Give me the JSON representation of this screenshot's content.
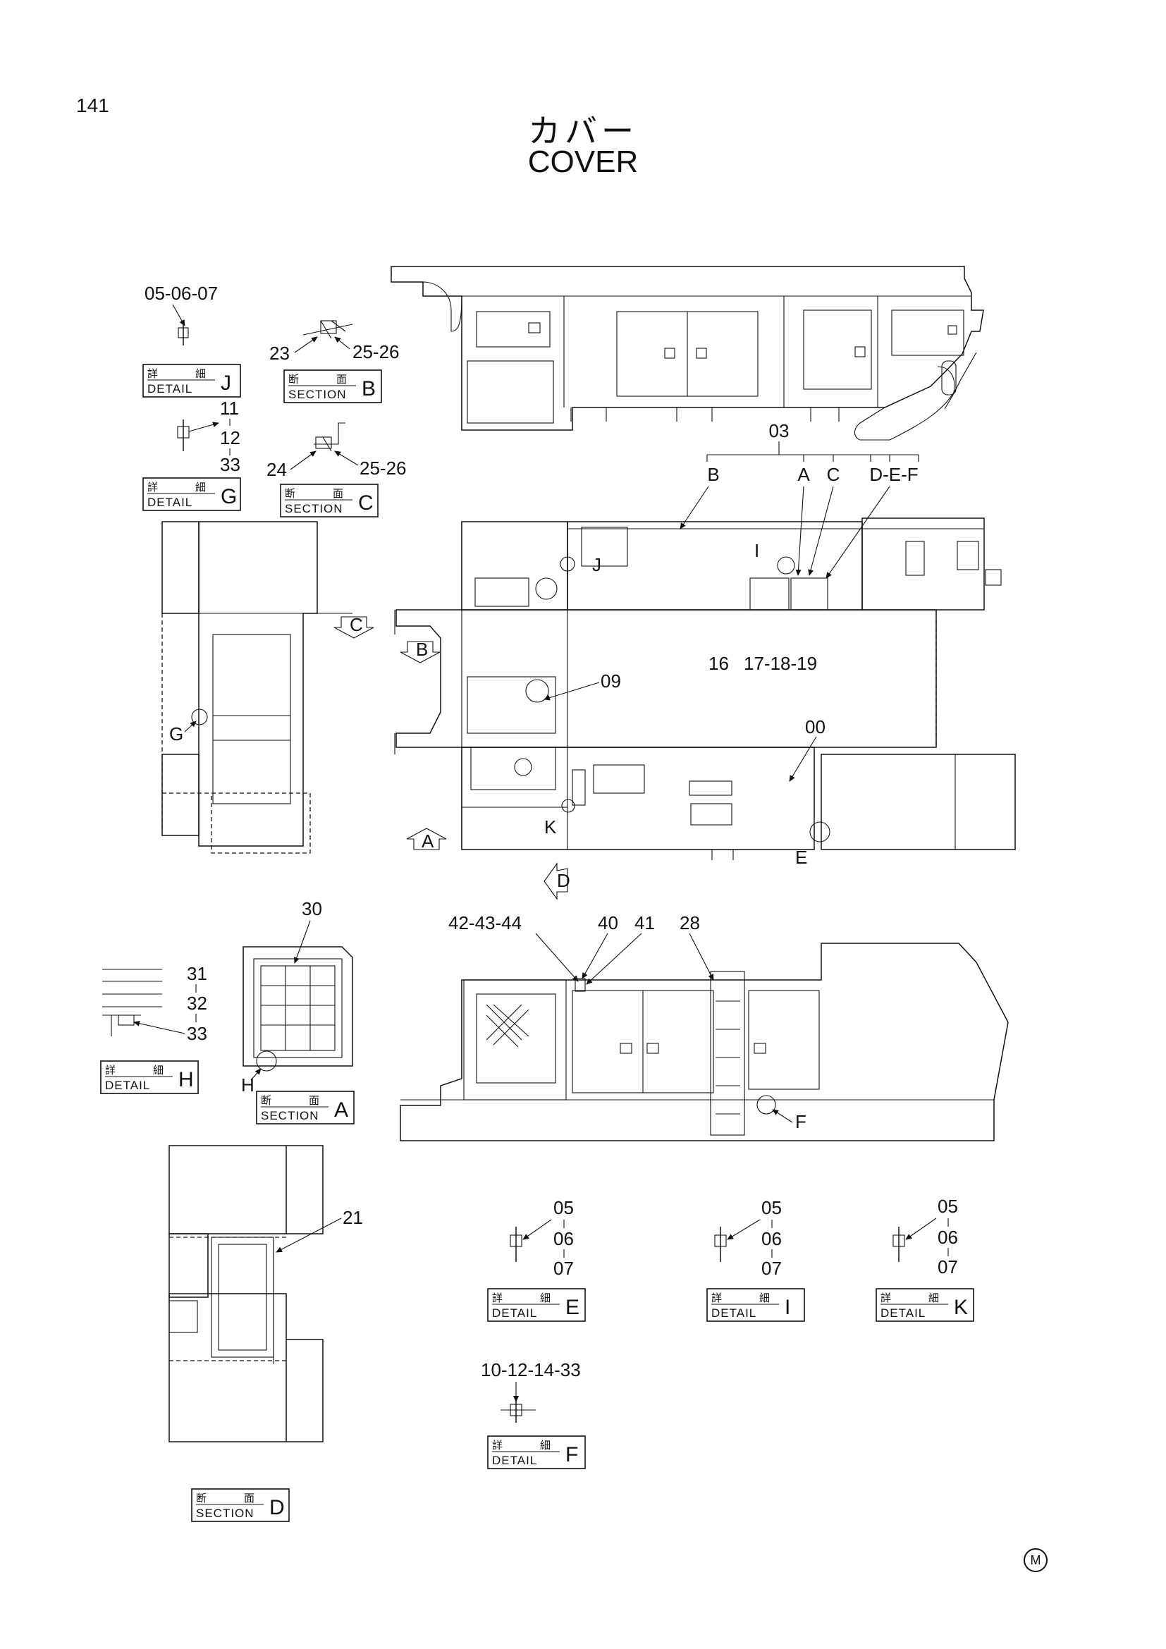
{
  "page_number": "141",
  "title_jp": "カバー",
  "title_en": "COVER",
  "footer_mark": "M",
  "detail_tag": {
    "jp_left": "詳",
    "jp_right": "細",
    "en": "DETAIL"
  },
  "section_tag": {
    "jp_left": "断",
    "jp_right": "面",
    "en": "SECTION"
  },
  "tags": [
    {
      "kind": "detail",
      "letter": "J"
    },
    {
      "kind": "section",
      "letter": "B"
    },
    {
      "kind": "detail",
      "letter": "G"
    },
    {
      "kind": "section",
      "letter": "C"
    },
    {
      "kind": "detail",
      "letter": "H"
    },
    {
      "kind": "section",
      "letter": "A"
    },
    {
      "kind": "detail",
      "letter": "E"
    },
    {
      "kind": "detail",
      "letter": "I"
    },
    {
      "kind": "detail",
      "letter": "K"
    },
    {
      "kind": "detail",
      "letter": "F"
    },
    {
      "kind": "section",
      "letter": "D"
    }
  ],
  "callouts": {
    "j_parts": "05-06-07",
    "g_11": "11",
    "g_12": "12",
    "g_33": "33",
    "b_23": "23",
    "b_25_26": "25-26",
    "c_24": "24",
    "c_25_26": "25-26",
    "group_03": "03",
    "sub_b": "B",
    "sub_a": "A",
    "sub_c": "C",
    "sub_def": "D-E-F",
    "part_16": "16",
    "part_17_19": "17-18-19",
    "part_09": "09",
    "part_00": "00",
    "part_30": "30",
    "part_31": "31",
    "part_32": "32",
    "part_33": "33",
    "part_42_44": "42-43-44",
    "part_40": "40",
    "part_41": "41",
    "part_28": "28",
    "part_21": "21",
    "e_05": "05",
    "e_06": "06",
    "e_07": "07",
    "i_05": "05",
    "i_06": "06",
    "i_07": "07",
    "k_05": "05",
    "k_06": "06",
    "k_07": "07",
    "f_parts": "10-12-14-33",
    "ref_J": "J",
    "ref_I": "I",
    "ref_G": "G",
    "ref_K": "K",
    "ref_E": "E",
    "ref_F": "F",
    "ref_H": "H",
    "arrow_A": "A",
    "arrow_B": "B",
    "arrow_C": "C",
    "arrow_D": "D"
  }
}
